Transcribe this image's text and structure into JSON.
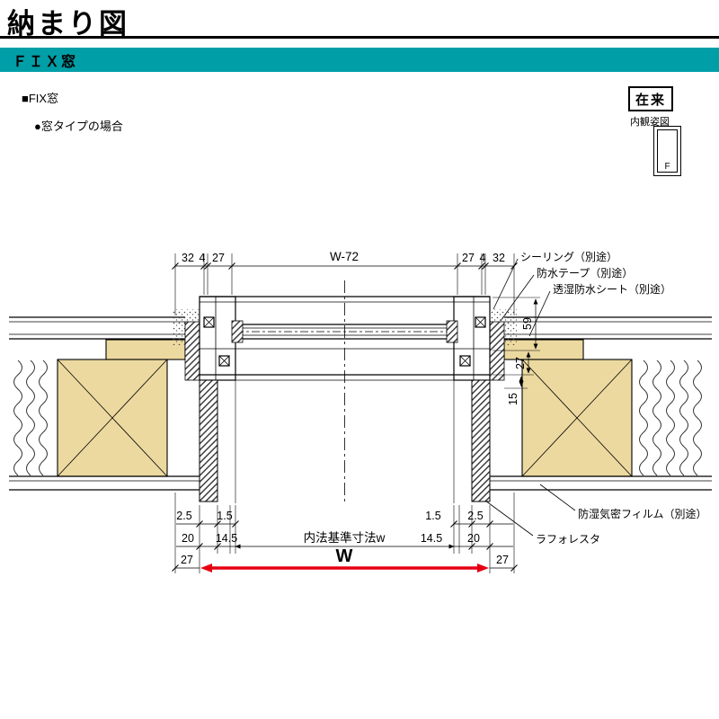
{
  "colors": {
    "teal": "#009fa8",
    "wood": "#ecd9a0",
    "red": "#e60012"
  },
  "header": {
    "page_title": "納まり図",
    "section_title": "ＦＩＸ窓",
    "item_label": "■FIX窓",
    "case_label": "●窓タイプの場合",
    "method_label": "在来",
    "elevation_label": "内観姿図",
    "window_letter": "F"
  },
  "drawing": {
    "top_dims": {
      "left_32": "32",
      "left_4": "4",
      "left_27": "27",
      "center": "W-72",
      "right_27": "27",
      "right_4": "4",
      "right_32": "32"
    },
    "right_dims": {
      "d59": "59",
      "d27": "27",
      "d15": "15"
    },
    "callouts": {
      "sealing": "シーリング（別途）",
      "waterproof_tape": "防水テープ（別途）",
      "breathable_sheet": "透湿防水シート（別途）",
      "moisture_film": "防湿気密フィルム（別途）",
      "laforesta": "ラフォレスタ"
    },
    "bottom_dims": {
      "left_2_5": "2.5",
      "left_1_5": "1.5",
      "right_1_5": "1.5",
      "right_2_5": "2.5",
      "left_20": "20",
      "left_14_5": "14.5",
      "right_14_5": "14.5",
      "right_20": "20",
      "inner_width_label": "内法基準寸法w",
      "left_27": "27",
      "right_27": "27",
      "width_label": "W"
    }
  }
}
